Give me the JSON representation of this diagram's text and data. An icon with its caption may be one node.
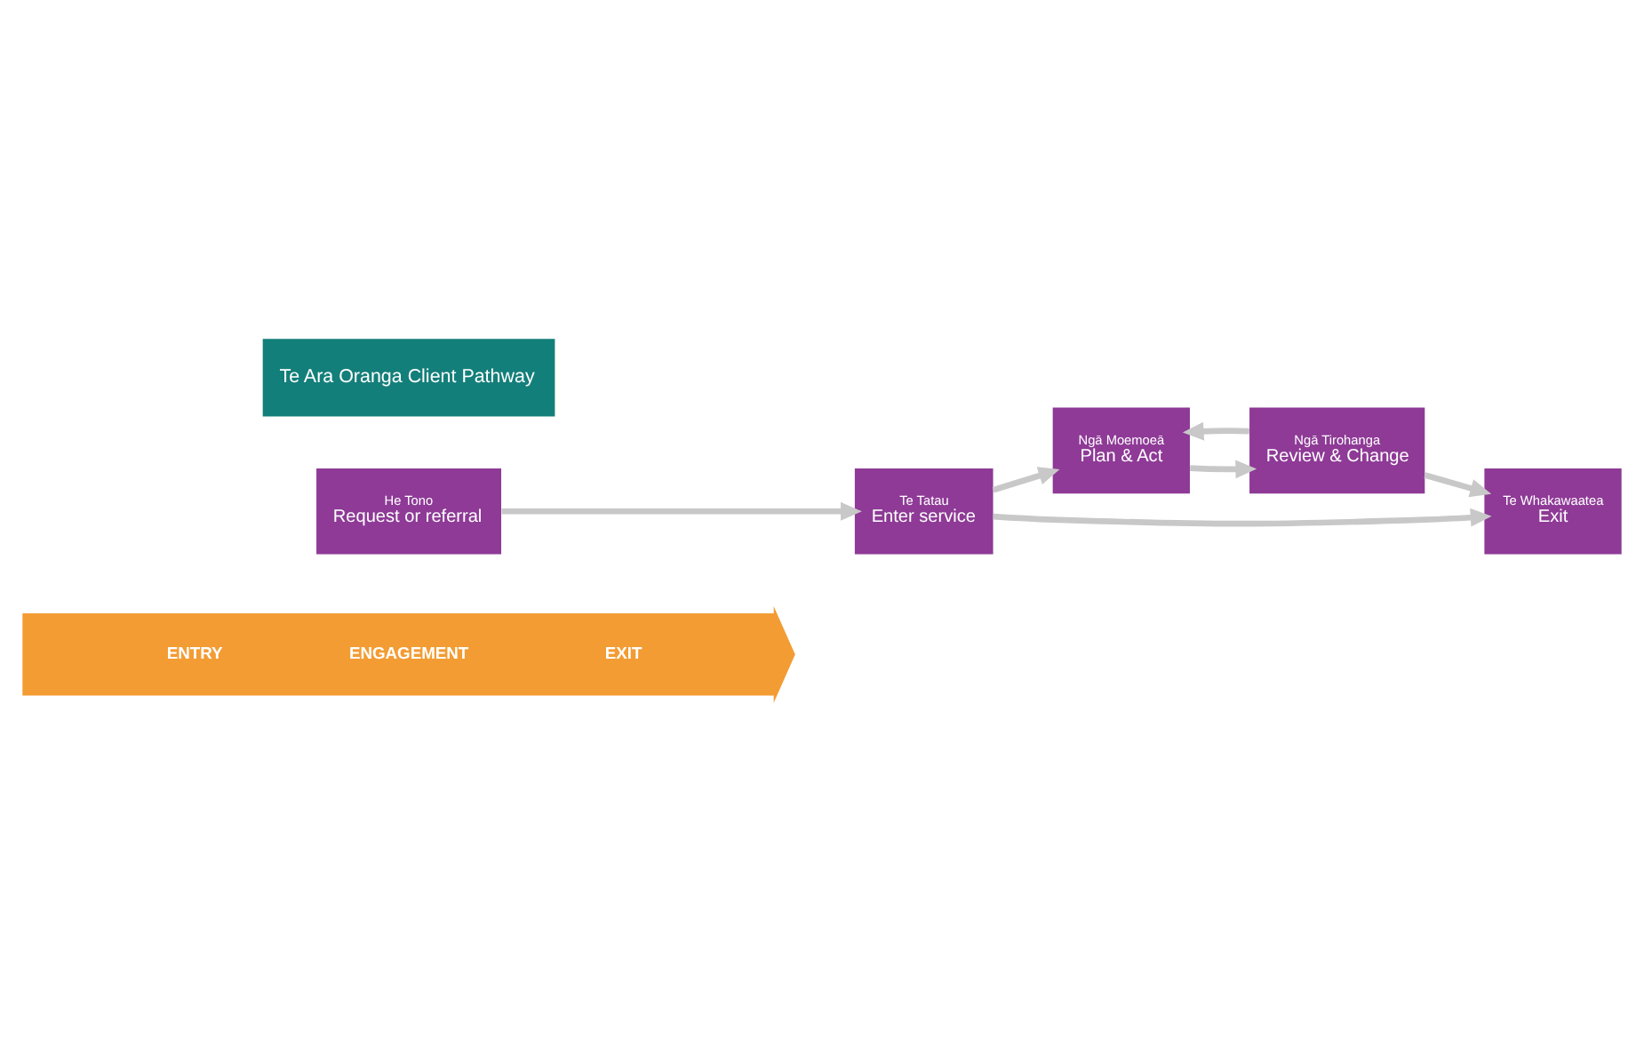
{
  "diagram": {
    "nodes": [
      {
        "text": [
          "Te Ara Oranga Client Pathway"
        ]
      },
      {
        "text": [
          "He Tono",
          "Request or referral"
        ]
      },
      {
        "text": [
          "Te Tatau",
          "Enter service"
        ]
      },
      {
        "text": [
          "Ngā Moemoeā",
          "Plan & Act"
        ]
      },
      {
        "text": [
          "Ngā Tirohanga",
          "Review & Change"
        ]
      },
      {
        "text": [
          "Te Whakawaatea",
          "Exit"
        ]
      },
      {
        "text": [
          "ENTRY",
          "ENGAGEMENT",
          "EXIT"
        ]
      }
    ],
    "edges": [
      {
        "from": 1,
        "to": 2,
        "arrow": "to"
      },
      {
        "from": 2,
        "to": 3,
        "arrow": "to"
      },
      {
        "from": 3,
        "to": 4,
        "arrow": "to"
      },
      {
        "from": 4,
        "to": 3,
        "arrow": "to"
      },
      {
        "from": 4,
        "to": 5,
        "arrow": "to"
      },
      {
        "from": 2,
        "to": 5,
        "arrow": "to"
      }
    ]
  }
}
